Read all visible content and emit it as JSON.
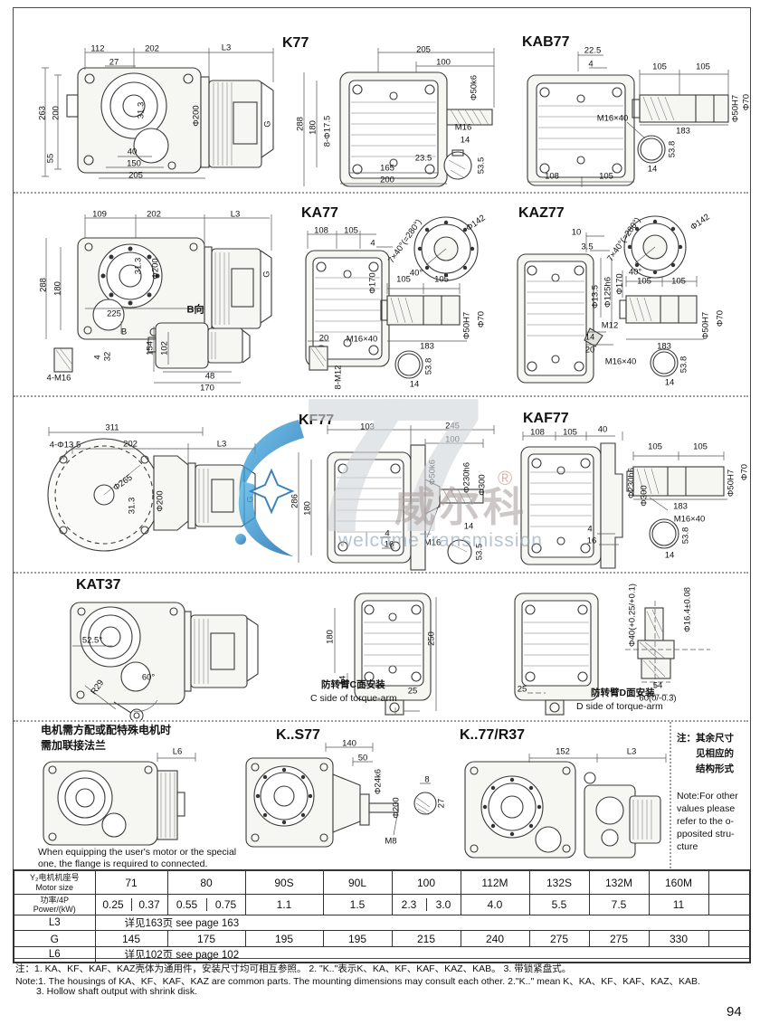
{
  "page": {
    "number": "94"
  },
  "watermark": {
    "numerals": "77",
    "brand_cn": "威尔科",
    "registered": "®",
    "brand_en": "welcomeTransmission",
    "colors": {
      "logo_blue": "#1a6fb5",
      "numeral_gray": "#d4d8db"
    }
  },
  "panels": {
    "k77_front": {
      "dims": [
        "112",
        "202",
        "L3",
        "27",
        "263",
        "200",
        "31.3",
        "Φ200",
        "G",
        "55",
        "40",
        "150",
        "205"
      ]
    },
    "k77": {
      "title": "K77",
      "dims": [
        "205",
        "100",
        "Φ50k6",
        "288",
        "180",
        "8-Φ17.5",
        "M16",
        "14",
        "23.5",
        "53.5",
        "165",
        "200"
      ]
    },
    "kab77": {
      "title": "KAB77",
      "dims": [
        "22.5",
        "4",
        "105",
        "105",
        "Φ50H7",
        "Φ70",
        "M16×40",
        "183",
        "108",
        "105",
        "53.8",
        "14"
      ]
    },
    "ka77_front": {
      "dims": [
        "109",
        "202",
        "L3",
        "288",
        "180",
        "31.3",
        "Φ200",
        "G",
        "225",
        "B",
        "B向",
        "4-M16",
        "4",
        "32",
        "154",
        "102",
        "48",
        "170"
      ]
    },
    "ka77": {
      "title": "KA77",
      "dims": [
        "108",
        "105",
        "4",
        "Φ170",
        "7×40°(=280°)",
        "Φ142",
        "40°",
        "105",
        "105",
        "M16×40",
        "183",
        "Φ50H7",
        "Φ70",
        "20",
        "8-M12",
        "53.8",
        "14"
      ]
    },
    "kaz77": {
      "title": "KAZ77",
      "dims": [
        "10",
        "3.5",
        "7×40°(=280°)",
        "Φ142",
        "40°",
        "Φ13.5",
        "Φ125h6",
        "Φ170",
        "105",
        "105",
        "M12",
        "14",
        "20",
        "M16×40",
        "183",
        "Φ50H7",
        "Φ70",
        "53.8",
        "14"
      ]
    },
    "kf77_front": {
      "dims": [
        "311",
        "4-Φ13.5",
        "202",
        "L3",
        "Φ265",
        "31.3",
        "Φ200",
        "G"
      ]
    },
    "kf77": {
      "title": "KF77",
      "dims": [
        "103",
        "245",
        "100",
        "Φ50k6",
        "Φ230h6",
        "Φ300",
        "286",
        "180",
        "4",
        "16",
        "M16",
        "14",
        "53.5"
      ]
    },
    "kaf77": {
      "title": "KAF77",
      "dims": [
        "108",
        "105",
        "40",
        "105",
        "105",
        "Φ230h6",
        "Φ300",
        "Φ50H7",
        "Φ70",
        "183",
        "M16×40",
        "4",
        "16",
        "53.8",
        "14"
      ]
    },
    "kat37": {
      "title": "KAT37",
      "dims": [
        "52.5°",
        "60°",
        "R29"
      ]
    },
    "c_side": {
      "dims": [
        "180",
        "14",
        "250",
        "25"
      ],
      "caption_cn": "防转臂C面安装",
      "caption_en": "C side of torque-arm"
    },
    "d_side": {
      "dims": [
        "25"
      ],
      "caption_cn": "防转臂D面安装",
      "caption_en": "D side of torque-arm",
      "detail_dims": [
        "Φ40(+0.25/+0.1)",
        "Φ16.4±0.08",
        "54",
        "60(0/-0.3)"
      ]
    },
    "flange_note": {
      "cn1": "电机需方配或配特殊电机时",
      "cn2": "需加联接法兰",
      "dim": "L6",
      "en1": "When equipping the user's motor or the special",
      "en2": "one, the flange is required to connected."
    },
    "ks77": {
      "title": "K..S77",
      "dims": [
        "140",
        "50",
        "Φ24k6",
        "Φ200",
        "8",
        "27",
        "M8"
      ]
    },
    "k77r37": {
      "title": "K..77/R37",
      "dims": [
        "152",
        "L3"
      ]
    },
    "side_note": {
      "cn": [
        "注：其余尺寸",
        "见相应的",
        "结构形式"
      ],
      "en": [
        "Note:For other",
        "values please",
        "refer to the o-",
        "pposited stru-",
        "cture"
      ]
    }
  },
  "table": {
    "size_label_cn": "Y₂电机机座号",
    "size_label_en": "Motor size",
    "power_label_cn": "功率/4P",
    "power_label_en": "Power/(kW)",
    "sizes": [
      "71",
      "80",
      "90S",
      "90L",
      "100",
      "112M",
      "132S",
      "132M",
      "160M",
      ""
    ],
    "powers": [
      [
        "0.25",
        "0.37"
      ],
      [
        "0.55",
        "0.75"
      ],
      [
        "1.1",
        ""
      ],
      [
        "1.5",
        ""
      ],
      [
        "2.3",
        "3.0"
      ],
      [
        "4.0",
        ""
      ],
      [
        "5.5",
        ""
      ],
      [
        "7.5",
        ""
      ],
      [
        "11",
        ""
      ],
      [
        "",
        ""
      ]
    ],
    "l3_label": "L3",
    "l3_value": "详见163页  see page 163",
    "g_label": "G",
    "g_values": [
      "145",
      "175",
      "195",
      "195",
      "215",
      "240",
      "275",
      "275",
      "330",
      ""
    ],
    "l6_label": "L6",
    "l6_value": "详见102页  see page 102"
  },
  "footnotes": {
    "cn": "注：1. KA、KF、KAF、KAZ壳体为通用件，安装尺寸均可相互参照。   2. \"K..\"表示K、KA、KF、KAF、KAZ、KAB。   3. 带锁紧盘式。",
    "en1": "Note:1. The housings of KA、KF、KAF、KAZ are common parts. The mounting dimensions may consult each other.  2.\"K..\" mean K、KA、KF、KAF、KAZ、KAB.",
    "en2": "3. Hollow shaft output with shrink disk."
  }
}
